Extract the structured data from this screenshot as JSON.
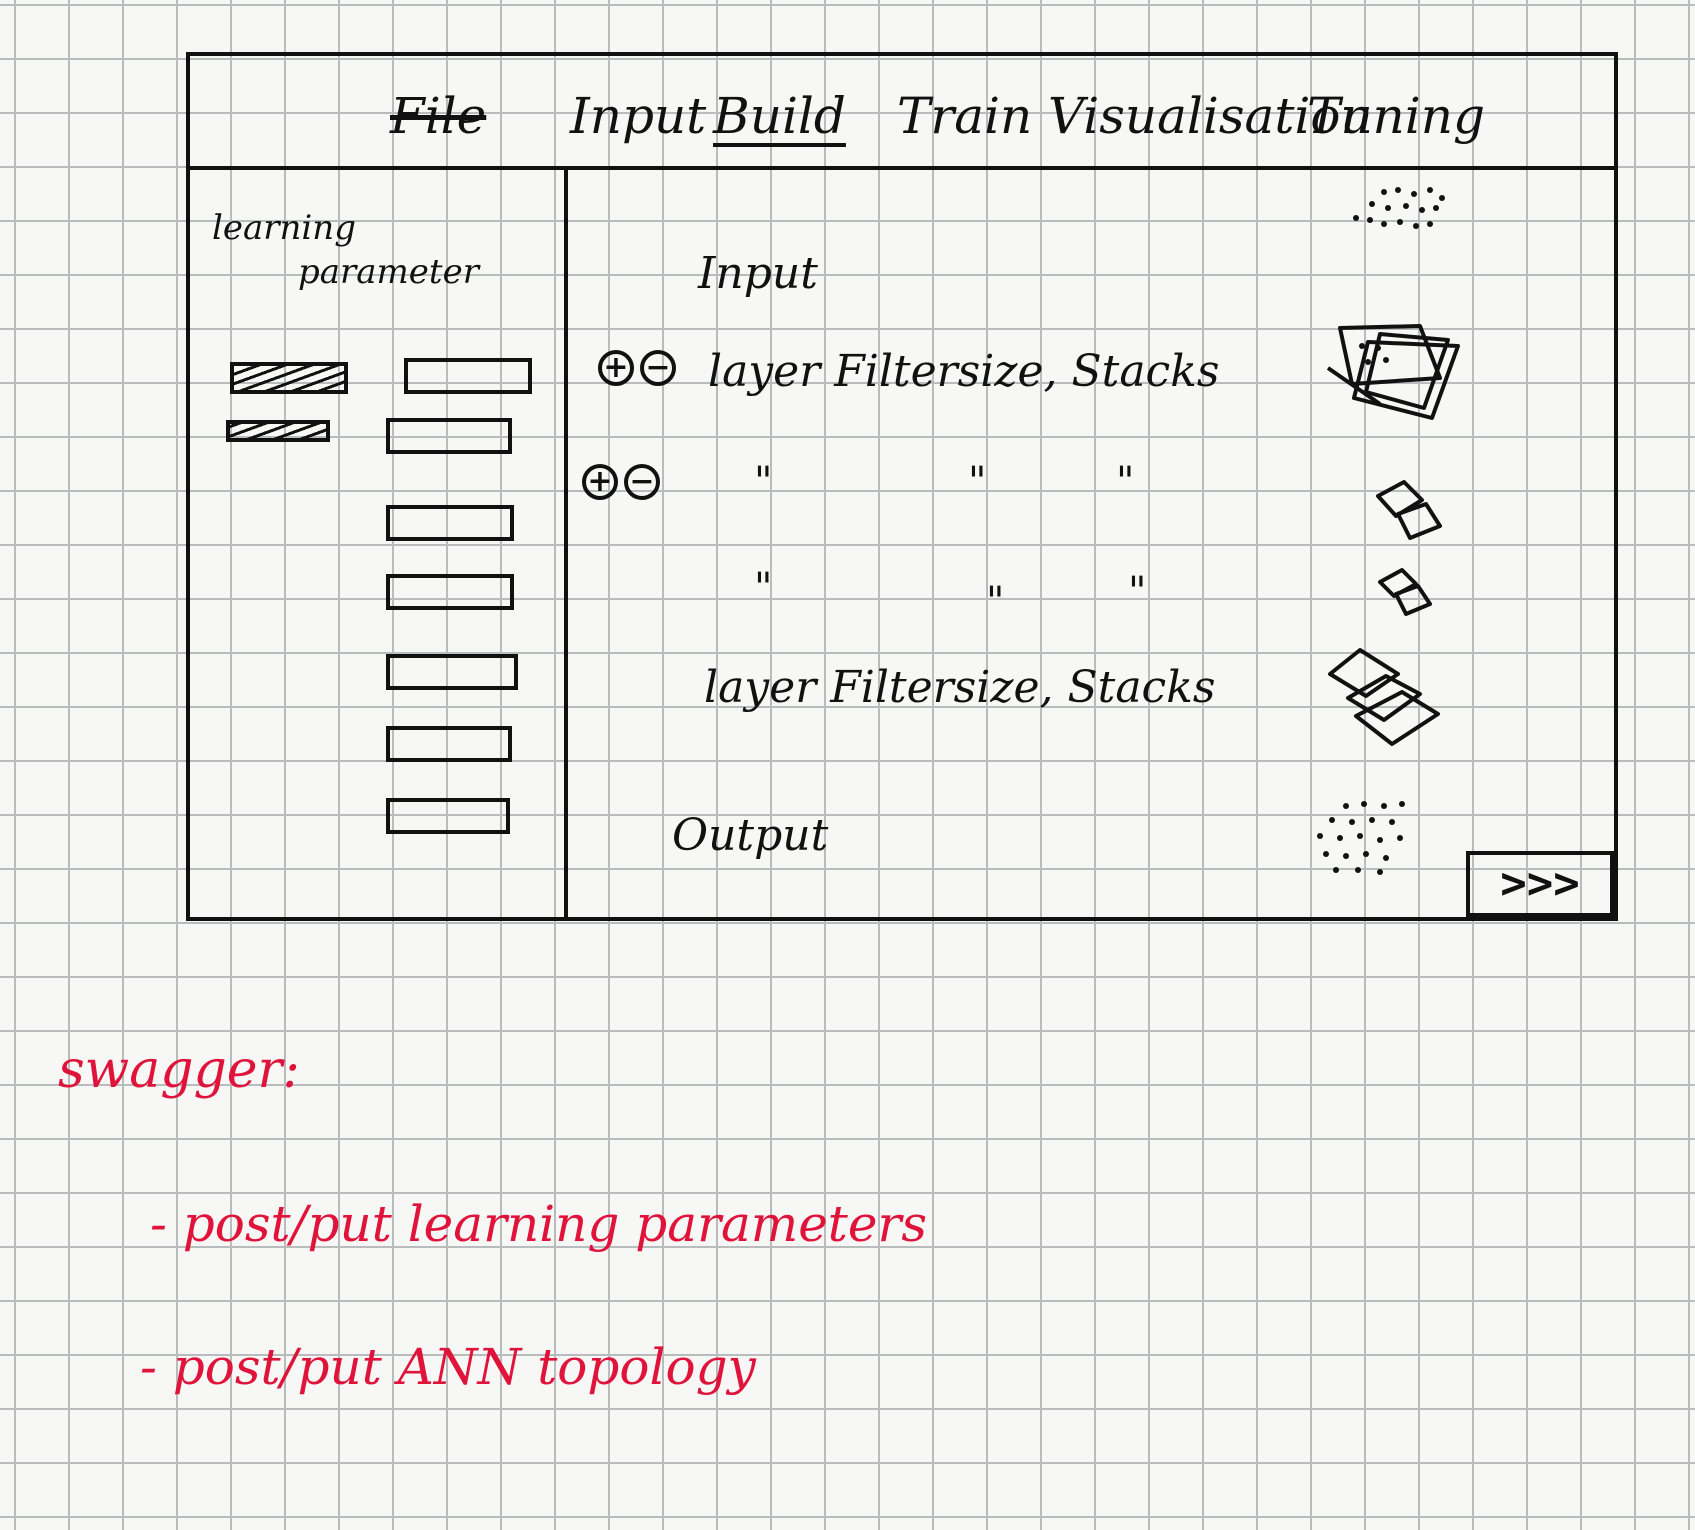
{
  "menu": {
    "items": [
      {
        "label": "File"
      },
      {
        "label": "Input"
      },
      {
        "label": "Build"
      },
      {
        "label": "Train"
      },
      {
        "label": "Visualisation"
      },
      {
        "label": "Tuning"
      }
    ],
    "active": "Build"
  },
  "sidebar": {
    "title_line1": "learning",
    "title_line2": "parameter"
  },
  "canvas": {
    "input_label": "Input",
    "layer1": "layer Filtersize, Stacks",
    "ditto": "\"",
    "layer_last": "layer Filtersize, Stacks",
    "output_label": "Output",
    "add_symbol": "+",
    "remove_symbol": "−",
    "next_label": ">>>"
  },
  "notes": {
    "heading": "swagger:",
    "item1": "- post/put  learning parameters",
    "item2": "- post/put  ANN topology"
  },
  "colors": {
    "ink": "#111111",
    "annotation": "#e0133b"
  }
}
